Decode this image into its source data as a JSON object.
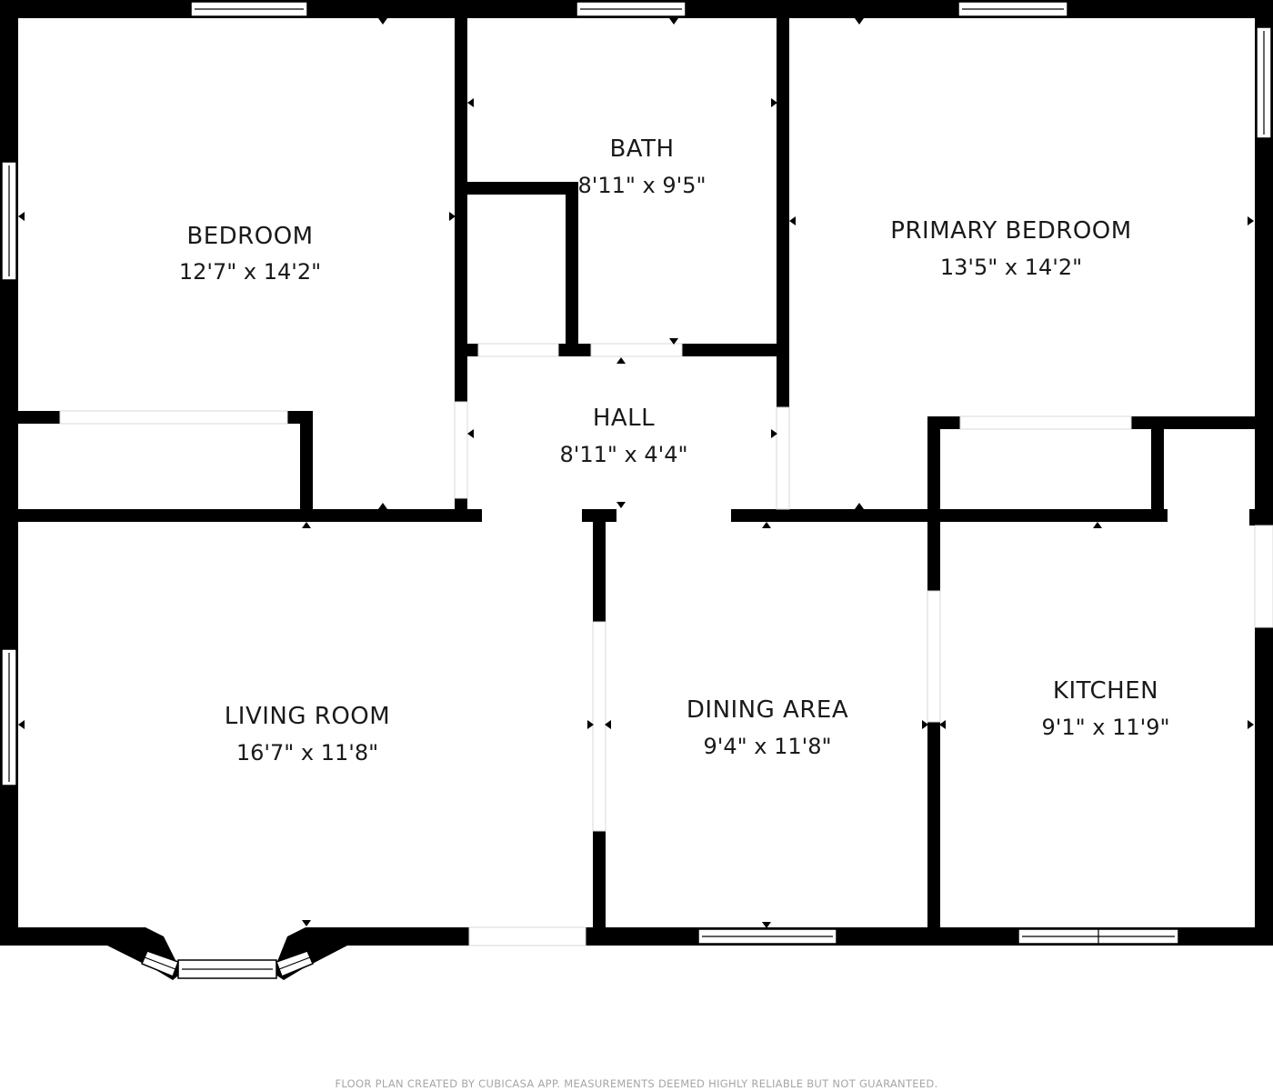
{
  "rooms": {
    "bedroom": {
      "name": "BEDROOM",
      "dims": "12'7\" x 14'2\""
    },
    "bath": {
      "name": "BATH",
      "dims": "8'11\" x 9'5\""
    },
    "primary_bedroom": {
      "name": "PRIMARY BEDROOM",
      "dims": "13'5\" x 14'2\""
    },
    "hall": {
      "name": "HALL",
      "dims": "8'11\" x 4'4\""
    },
    "living_room": {
      "name": "LIVING ROOM",
      "dims": "16'7\" x 11'8\""
    },
    "dining_area": {
      "name": "DINING AREA",
      "dims": "9'4\" x 11'8\""
    },
    "kitchen": {
      "name": "KITCHEN",
      "dims": "9'1\" x 11'9\""
    }
  },
  "footer": {
    "text": "FLOOR PLAN CREATED BY CUBICASA APP. MEASUREMENTS DEEMED HIGHLY RELIABLE BUT NOT GUARANTEED."
  }
}
